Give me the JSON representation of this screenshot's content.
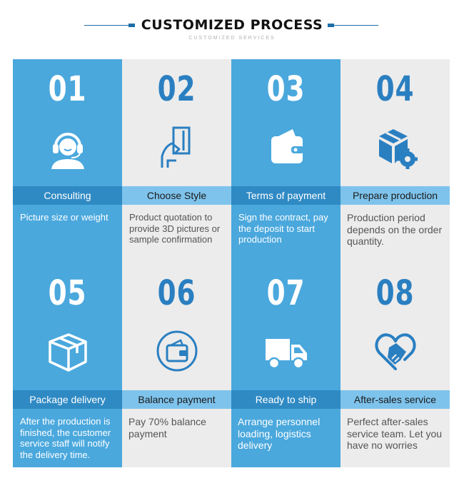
{
  "header": {
    "title": "CUSTOMIZED PROCESS",
    "subtitle": "CUSTOMIZED SERVICES"
  },
  "colors": {
    "blue": "#4aa8dd",
    "blue_dark": "#2f8ac4",
    "gray": "#ececec",
    "light_blue": "#7ec3ec",
    "accent": "#2a7fc1"
  },
  "steps": [
    {
      "number": "01",
      "label": "Consulting",
      "description": "Picture size or weight",
      "icon": "customer-service-headset-icon"
    },
    {
      "number": "02",
      "label": "Choose Style",
      "description": "Product quotation to provide 3D pictures or sample confirmation",
      "icon": "hand-holding-card-icon"
    },
    {
      "number": "03",
      "label": "Terms of payment",
      "description": "Sign the contract, pay the deposit to start production",
      "icon": "wallet-icon"
    },
    {
      "number": "04",
      "label": "Prepare production",
      "description": "Production period depends on the order quantity.",
      "icon": "box-gear-icon"
    },
    {
      "number": "05",
      "label": "Package delivery",
      "description": "After the production is finished, the customer service staff will notify the delivery time.",
      "icon": "package-box-icon"
    },
    {
      "number": "06",
      "label": "Balance payment",
      "description": "Pay 70% balance payment",
      "icon": "wallet-circle-icon"
    },
    {
      "number": "07",
      "label": "Ready to ship",
      "description": "Arrange personnel loading, logistics delivery",
      "icon": "delivery-truck-icon"
    },
    {
      "number": "08",
      "label": "After-sales service",
      "description": "Perfect after-sales service team. Let you have no worries",
      "icon": "handshake-heart-icon"
    }
  ]
}
